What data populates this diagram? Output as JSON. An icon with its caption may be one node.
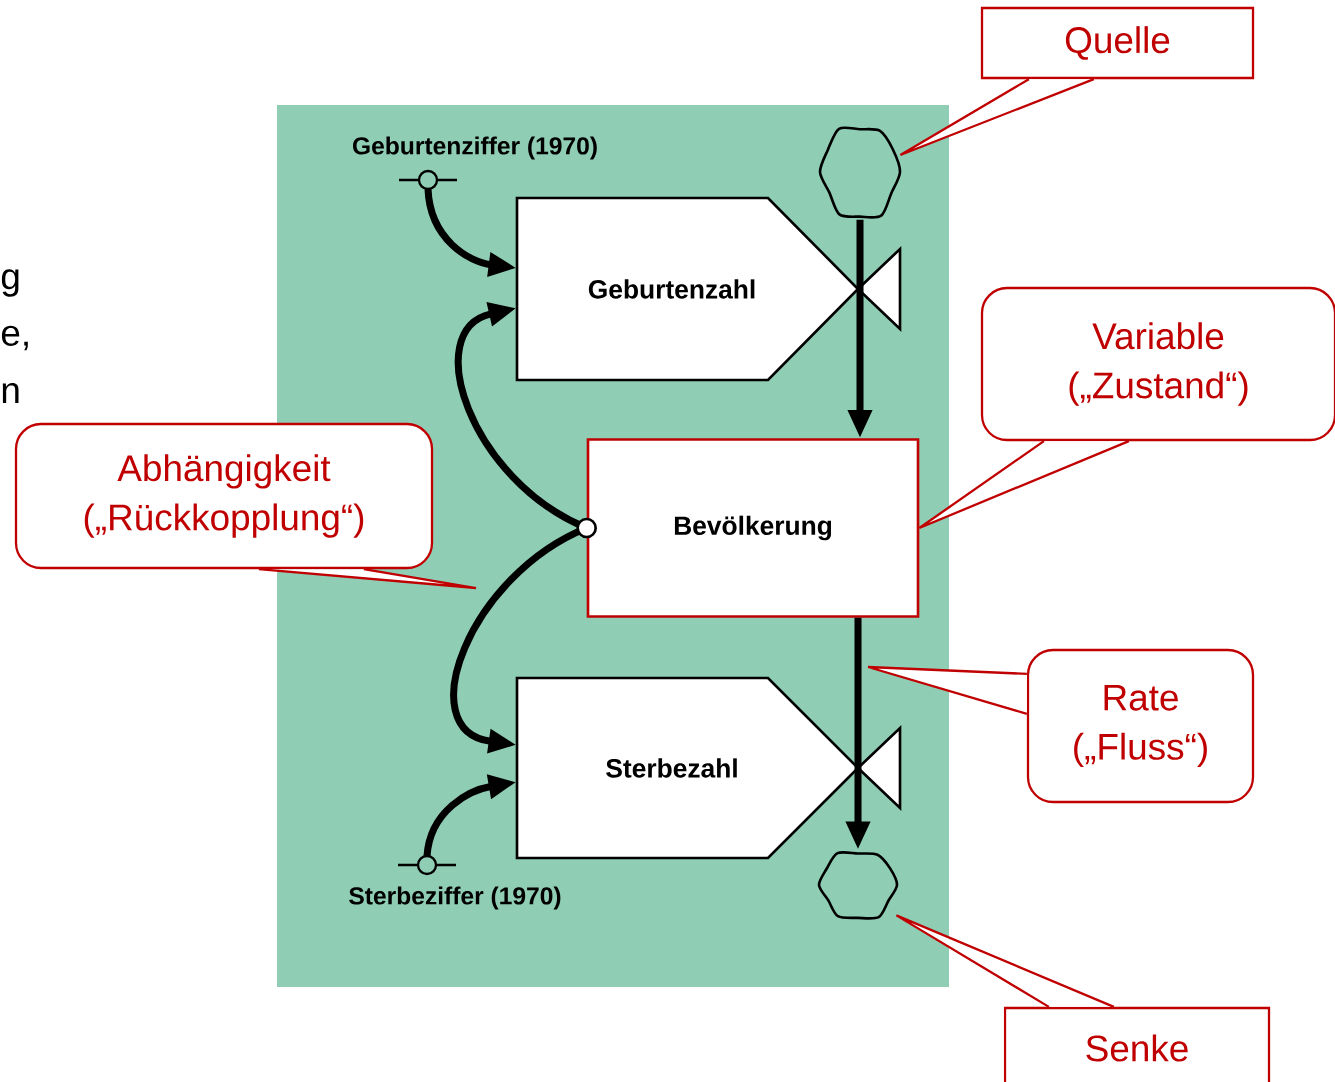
{
  "diagram": {
    "nodes": [
      {
        "text": [
          "Geburtenziffer (1970)"
        ]
      },
      {
        "text": [],
        "shape": "cloud"
      },
      {
        "text": [
          "Geburtenzahl"
        ]
      },
      {
        "text": [
          "Bevölkerung"
        ]
      },
      {
        "text": [
          "Sterbezahl"
        ]
      },
      {
        "text": [
          "Sterbeziffer (1970)"
        ]
      },
      {
        "text": [],
        "shape": "cloud"
      },
      {
        "text": [
          "Quelle"
        ]
      },
      {
        "text": [
          "Variable („Zustand“)"
        ]
      },
      {
        "text": [
          "Abhängigkeit („Rückkopplung“)"
        ]
      },
      {
        "text": [
          "Rate („Fluss“)"
        ]
      },
      {
        "text": [
          "Senke"
        ]
      }
    ],
    "edges": [
      {
        "from": 0,
        "to": 2,
        "arrow": "to"
      },
      {
        "from": 1,
        "to": 3,
        "arrow": "to"
      },
      {
        "from": 3,
        "to": 2,
        "arrow": "to"
      },
      {
        "from": 3,
        "to": 4,
        "arrow": "to"
      },
      {
        "from": 5,
        "to": 4,
        "arrow": "to"
      },
      {
        "from": 3,
        "to": 6,
        "arrow": "to"
      },
      {
        "from": 7,
        "to": 1,
        "arrow": "none",
        "color": "#c00000"
      },
      {
        "from": 8,
        "to": 3,
        "arrow": "none",
        "color": "#c00000"
      },
      {
        "from": 9,
        "to": null,
        "arrow": "none",
        "color": "#c00000"
      },
      {
        "from": 10,
        "to": null,
        "arrow": "none",
        "color": "#c00000"
      },
      {
        "from": 11,
        "to": 6,
        "arrow": "none",
        "color": "#c00000"
      }
    ],
    "labels": [
      "g",
      "e,",
      "n"
    ]
  }
}
